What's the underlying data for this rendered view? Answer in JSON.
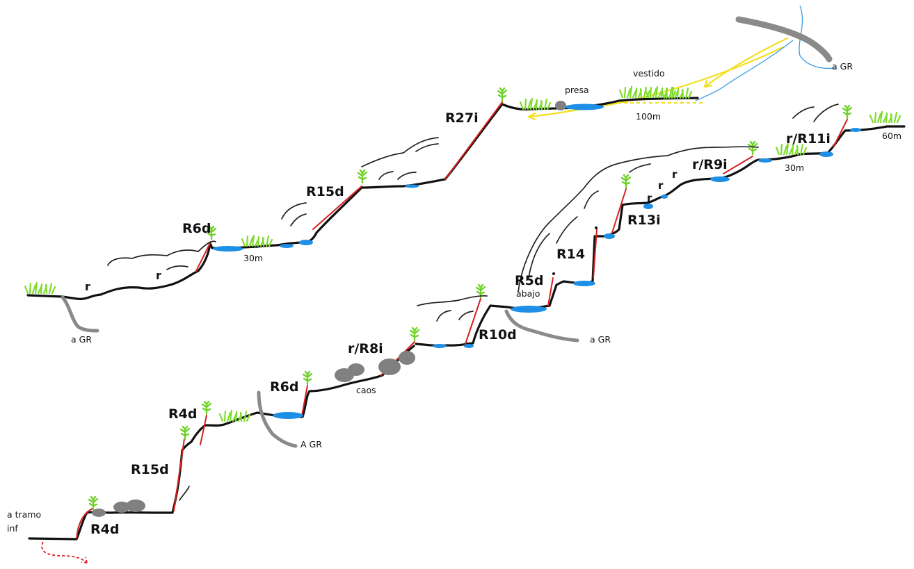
{
  "diagram": {
    "labels": {
      "r6d_top": "R6d",
      "r15d_top": "R15d",
      "r27i": "R27i",
      "presa": "presa",
      "vestido": "vestido",
      "len_100m": "100m",
      "a_gr_top_right": "a GR",
      "len_30m_top": "30m",
      "r_top_1": "r",
      "r_top_2": "r",
      "a_gr_top_left": "a GR",
      "r11i": "r/R11i",
      "len_60m": "60m",
      "len_30m_mid": "30m",
      "r9i": "r/R9i",
      "r_mid_1": "r",
      "r_mid_2": "r",
      "r_mid_3": "r",
      "r13i": "R13i",
      "r14": "R14",
      "r5d": "R5d",
      "abajo": "abajo",
      "a_gr_mid": "a GR",
      "r10d": "R10d",
      "r8i": "r/R8i",
      "caos": "caos",
      "r6d_low": "R6d",
      "a_gr_low": "A GR",
      "r4d_upper": "R4d",
      "r15d_low": "R15d",
      "a_tramo": "a tramo",
      "inf": "inf",
      "r4d_lower": "R4d"
    }
  }
}
